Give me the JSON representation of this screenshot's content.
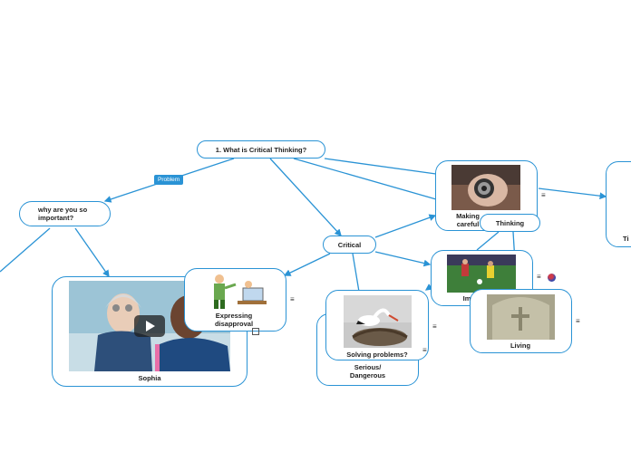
{
  "map": {
    "root": {
      "label": "1. What is Critical Thinking?"
    },
    "problem_tag": {
      "label": "Problem"
    },
    "why": {
      "label": "why are you so important?"
    },
    "critical": {
      "label": "Critical"
    },
    "sophia": {
      "label": "Sophia"
    },
    "expressing": {
      "label": "Expressing disapproval"
    },
    "making": {
      "label": "Making careful"
    },
    "thinking": {
      "label": "Thinking"
    },
    "important": {
      "label": "Im"
    },
    "solving": {
      "label": "Solving problems?"
    },
    "serious": {
      "label": "Serious/ Dangerous"
    },
    "living": {
      "label": "Living"
    },
    "tips": {
      "label": "Ti"
    }
  },
  "icons": {
    "menu": "≡",
    "play": "play-icon",
    "external_link": "external-link-icon",
    "globe": "globe-icon"
  },
  "colors": {
    "link": "#2a93d5",
    "node_border": "#2a93d5",
    "tag_bg": "#2a93d5"
  }
}
